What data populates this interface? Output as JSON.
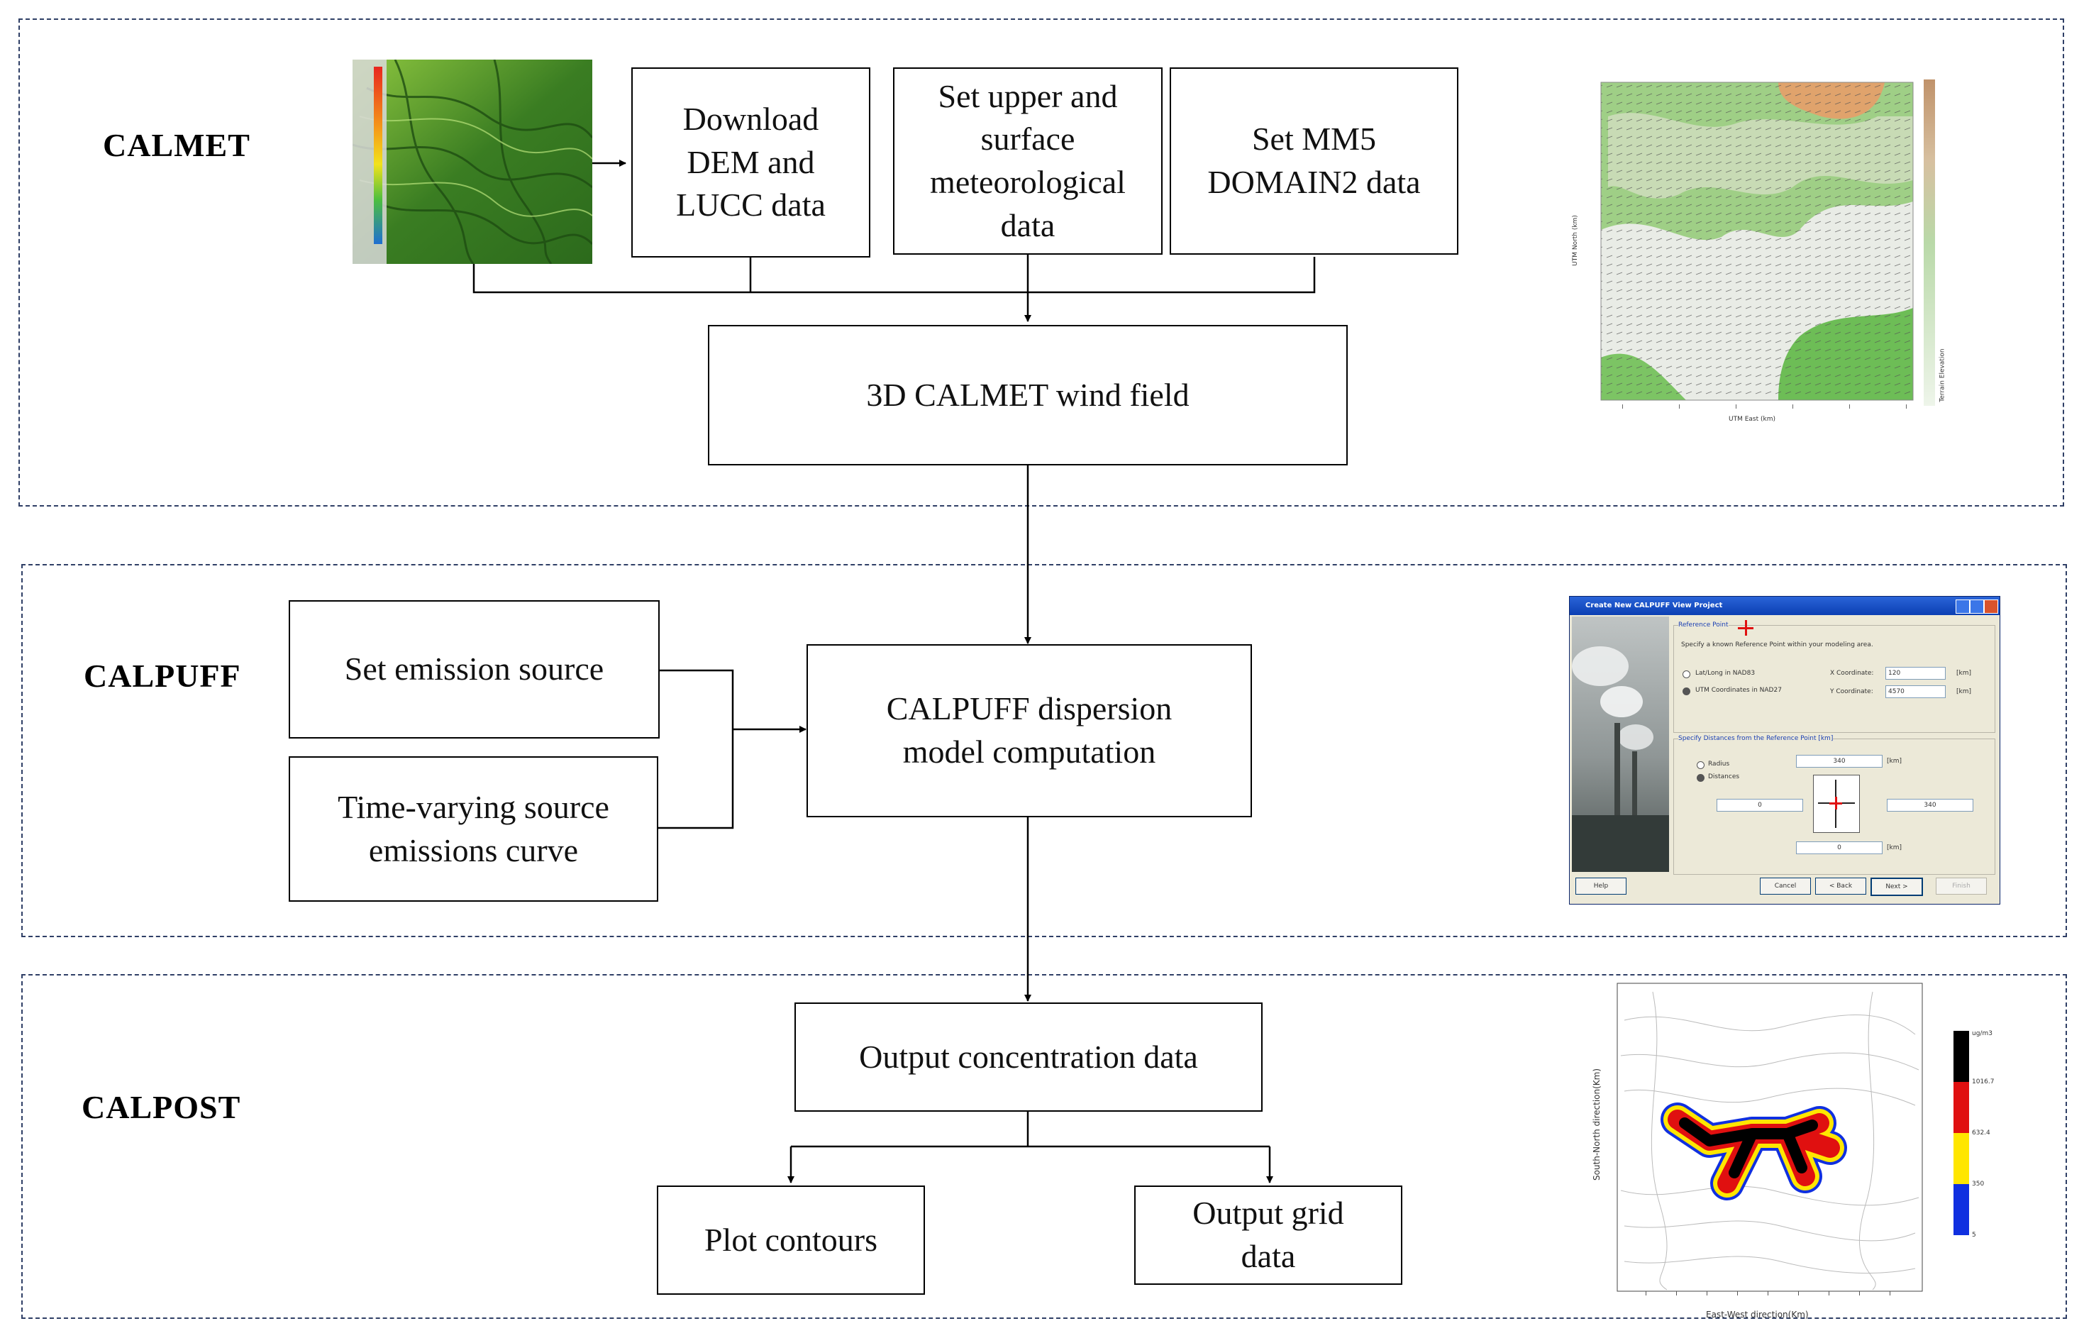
{
  "sections": {
    "calmet": {
      "label": "CALMET"
    },
    "calpuff": {
      "label": "CALPUFF"
    },
    "calpost": {
      "label": "CALPOST"
    }
  },
  "boxes": {
    "download_dem": "Download\nDEM and\nLUCC data",
    "set_upper_surface": "Set upper and\nsurface\nmeteorological\ndata",
    "set_mm5": "Set MM5\nDOMAIN2 data",
    "wind_field": "3D CALMET wind field",
    "set_emission": "Set emission source",
    "time_varying": "Time-varying source\nemissions curve",
    "calpuff_computation": "CALPUFF dispersion\nmodel computation",
    "output_concentration": "Output concentration data",
    "plot_contours": "Plot contours",
    "output_grid": "Output grid\ndata"
  },
  "images": {
    "dem_map": {
      "icon": "terrain-elevation-map"
    },
    "wind_map": {
      "icon": "wind-vector-terrain-map",
      "x_axis": "UTM East (km)",
      "y_axis": "UTM North (km)",
      "colorbar": "Terrain Elevation"
    },
    "dialog": {
      "icon": "calpuff-project-dialog",
      "title": "Create New CALPUFF View Project",
      "reference_point": "Reference Point",
      "instruction": "Specify a known Reference Point within your modeling area.",
      "opt_latlong": "Lat/Long in NAD83",
      "opt_utm": "UTM Coordinates in NAD27",
      "x_label": "X Coordinate:",
      "x_value": "120",
      "y_label": "Y Coordinate:",
      "y_value": "4570",
      "unit": "[km]",
      "distances_title": "Specify Distances from the Reference Point [km]",
      "opt_radius": "Radius",
      "opt_distances": "Distances",
      "top_value": "340",
      "left_value": "0",
      "right_value": "340",
      "bottom_value": "0",
      "btn_help": "Help",
      "btn_cancel": "Cancel",
      "btn_back": "< Back",
      "btn_next": "Next >",
      "btn_finish": "Finish"
    },
    "contour_plot": {
      "icon": "concentration-contour-plot",
      "x_axis": "East-West direction(Km)",
      "y_axis": "South-North direction(Km)",
      "unit": "ug/m3",
      "colorbar_labels": [
        "1016.7",
        "632.4",
        "350",
        "5"
      ]
    }
  },
  "colors": {
    "section_border": "#2f3f66",
    "box_border": "#000000",
    "contour_high": "#000000",
    "contour_mid": "#e01010",
    "contour_low": "#ffe600",
    "contour_min": "#1030e0"
  }
}
